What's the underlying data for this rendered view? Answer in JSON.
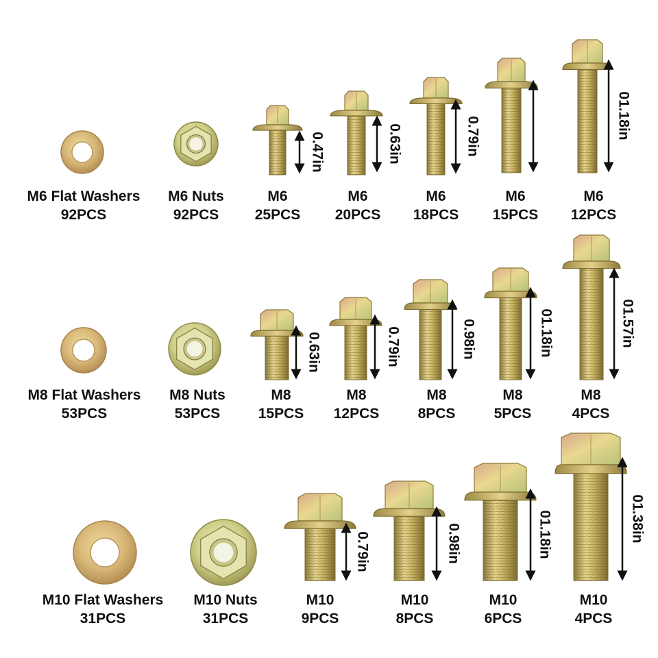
{
  "palette": {
    "metal_light": "#e8d890",
    "metal_mid": "#c9b563",
    "metal_dark": "#8c7a3a",
    "metal_tint_green": "#b8c27a",
    "metal_tint_pink": "#d9a88a",
    "text": "#111111",
    "background": "#ffffff"
  },
  "rows": [
    {
      "washer": {
        "name": "M6 Flat Washers",
        "count": "92PCS"
      },
      "nut": {
        "name": "M6 Nuts",
        "count": "92PCS"
      },
      "bolts": [
        {
          "size": "M6",
          "count": "25PCS",
          "length": "0.47in"
        },
        {
          "size": "M6",
          "count": "20PCS",
          "length": "0.63in"
        },
        {
          "size": "M6",
          "count": "18PCS",
          "length": "0.79in"
        },
        {
          "size": "M6",
          "count": "15PCS",
          "length": ""
        },
        {
          "size": "M6",
          "count": "12PCS",
          "length": "01.18in"
        }
      ]
    },
    {
      "washer": {
        "name": "M8 Flat Washers",
        "count": "53PCS"
      },
      "nut": {
        "name": "M8 Nuts",
        "count": "53PCS"
      },
      "bolts": [
        {
          "size": "M8",
          "count": "15PCS",
          "length": "0.63in"
        },
        {
          "size": "M8",
          "count": "12PCS",
          "length": "0.79in"
        },
        {
          "size": "M8",
          "count": "8PCS",
          "length": "0.98in"
        },
        {
          "size": "M8",
          "count": "5PCS",
          "length": "01.18in"
        },
        {
          "size": "M8",
          "count": "4PCS",
          "length": "01.57in"
        }
      ]
    },
    {
      "washer": {
        "name": "M10 Flat Washers",
        "count": "31PCS"
      },
      "nut": {
        "name": "M10 Nuts",
        "count": "31PCS"
      },
      "bolts": [
        {
          "size": "M10",
          "count": "9PCS",
          "length": "0.79in"
        },
        {
          "size": "M10",
          "count": "8PCS",
          "length": "0.98in"
        },
        {
          "size": "M10",
          "count": "6PCS",
          "length": "01.18in"
        },
        {
          "size": "M10",
          "count": "4PCS",
          "length": "01.38in"
        }
      ]
    }
  ]
}
